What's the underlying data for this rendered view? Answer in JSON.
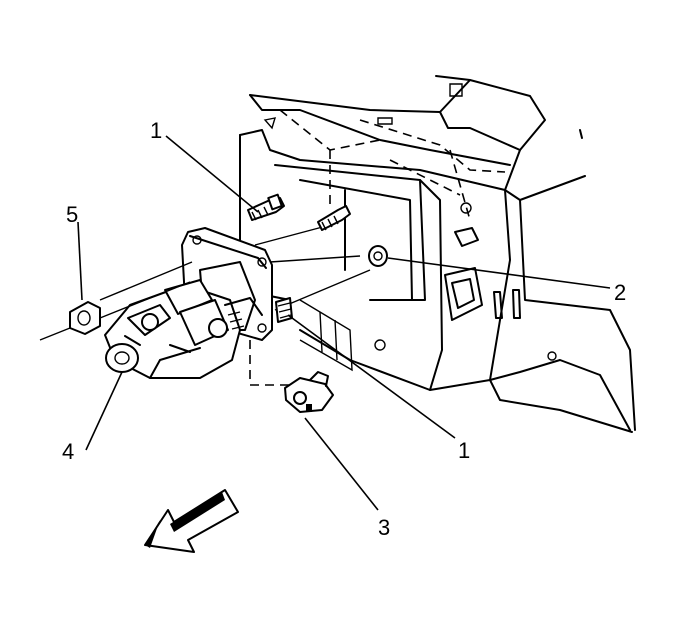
{
  "figure": {
    "parts": [
      {
        "id": "bolt-upper",
        "label": "1",
        "icon": "bolt-icon"
      },
      {
        "id": "nut-inner",
        "label": "2",
        "icon": "nut-icon"
      },
      {
        "id": "pressure-switch",
        "label": "3",
        "icon": "switch-icon"
      },
      {
        "id": "pump",
        "label": "4",
        "icon": "pump-icon"
      },
      {
        "id": "nut-outer",
        "label": "5",
        "icon": "nut-icon"
      },
      {
        "id": "bolt-lower",
        "label": "1",
        "icon": "bolt-icon"
      }
    ],
    "direction_icon": "front-arrow-icon",
    "colors": {
      "line": "#000000",
      "background": "#ffffff"
    }
  }
}
